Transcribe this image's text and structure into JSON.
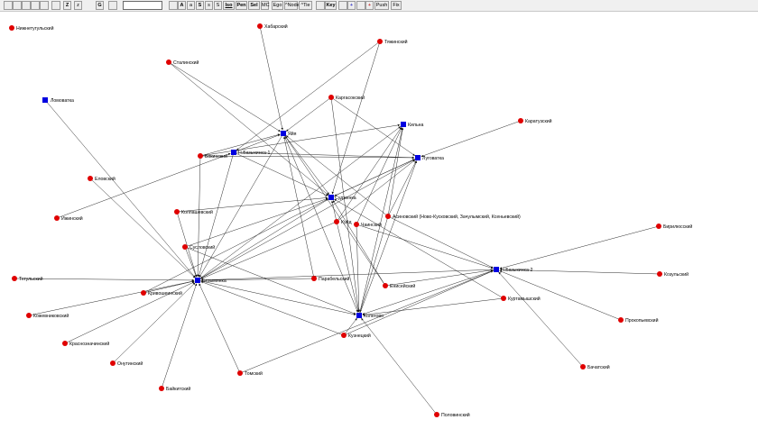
{
  "toolbar": {
    "buttons": [
      {
        "name": "new-icon",
        "label": ""
      },
      {
        "name": "open-icon",
        "label": ""
      },
      {
        "name": "save-icon",
        "label": ""
      },
      {
        "name": "save-as-icon",
        "label": ""
      },
      {
        "name": "table-icon",
        "label": ""
      },
      {
        "name": "graph-icon",
        "label": ""
      },
      {
        "name": "zoom-in-button",
        "label": "Z"
      },
      {
        "name": "zoom-out-button",
        "label": "z"
      },
      {
        "name": "g-button",
        "label": "G"
      },
      {
        "name": "key-icon",
        "label": ""
      },
      {
        "name": "layout-select",
        "label": ""
      },
      {
        "name": "spin-icon",
        "label": ""
      },
      {
        "name": "font-large-button",
        "label": "A"
      },
      {
        "name": "font-small-button",
        "label": "a"
      },
      {
        "name": "size-large-button",
        "label": "S"
      },
      {
        "name": "size-small-button",
        "label": "s"
      },
      {
        "name": "size-arrow-button",
        "label": "S"
      },
      {
        "name": "iso-button",
        "label": "Iso"
      },
      {
        "name": "pen-button",
        "label": "Pen"
      },
      {
        "name": "sel-button",
        "label": "Sel"
      },
      {
        "name": "mc-button",
        "label": "MC"
      },
      {
        "name": "ego-button",
        "label": "Ego"
      },
      {
        "name": "node-button",
        "label": "^Node"
      },
      {
        "name": "tie-button",
        "label": "^Tie"
      },
      {
        "name": "color-grid-icon",
        "label": ""
      },
      {
        "name": "key-color-button",
        "label": "Key"
      },
      {
        "name": "pencil-icon",
        "label": ""
      },
      {
        "name": "plus-blue-button",
        "label": "+"
      },
      {
        "name": "chart-icon",
        "label": ""
      },
      {
        "name": "plus-red-button",
        "label": "+"
      },
      {
        "name": "push-button",
        "label": "Push"
      },
      {
        "name": "fix-button",
        "label": "Fix"
      }
    ]
  },
  "colors": {
    "circle": "#e00000",
    "square": "#0000e0",
    "edge": "#2a2a2a"
  },
  "nodes": [
    {
      "id": "nizhnetyzhensky",
      "label": "Нижнетугульский",
      "shape": "circle"
    },
    {
      "id": "khabarsky",
      "label": "Хабарский",
      "shape": "circle"
    },
    {
      "id": "tyazhinsky",
      "label": "Тяжинский",
      "shape": "circle"
    },
    {
      "id": "stalinsky",
      "label": "Сталинский",
      "shape": "circle"
    },
    {
      "id": "lomovatka",
      "label": "Ломоватка",
      "shape": "square"
    },
    {
      "id": "kargasoksky",
      "label": "Каргасокский",
      "shape": "circle"
    },
    {
      "id": "kilna",
      "label": "Кильна",
      "shape": "square"
    },
    {
      "id": "karatuzsky",
      "label": "Каратузский",
      "shape": "circle"
    },
    {
      "id": "yaya",
      "label": "Яйя",
      "shape": "square"
    },
    {
      "id": "bokinsky",
      "label": "Бокинский",
      "shape": "circle"
    },
    {
      "id": "nbaz1",
      "label": "Н.Базыкинка-1",
      "shape": "square"
    },
    {
      "id": "lugovatka",
      "label": "Луговатка",
      "shape": "square"
    },
    {
      "id": "elovsky",
      "label": "Еловский",
      "shape": "circle"
    },
    {
      "id": "sudzhenka",
      "label": "Судженка",
      "shape": "square"
    },
    {
      "id": "izhinsky",
      "label": "Ижинский",
      "shape": "circle"
    },
    {
      "id": "kolpashevsky",
      "label": "Колпашевский",
      "shape": "circle"
    },
    {
      "id": "kuyda",
      "label": "Куйд",
      "shape": "circle"
    },
    {
      "id": "chainsky",
      "label": "Чаинский",
      "shape": "circle"
    },
    {
      "id": "asinovsky",
      "label": "Асиновский (Ново-Кусковский, Зачулымский, Ксеньевский)",
      "shape": "circle"
    },
    {
      "id": "biryulinsky",
      "label": "Бирилюсский",
      "shape": "circle"
    },
    {
      "id": "suglovsky",
      "label": "Сусловский",
      "shape": "circle"
    },
    {
      "id": "nbaz2",
      "label": "Н.Базыкинка-2",
      "shape": "square"
    },
    {
      "id": "tegulsky",
      "label": "Тегульский",
      "shape": "circle"
    },
    {
      "id": "bezymyanka",
      "label": "Безымянка",
      "shape": "square"
    },
    {
      "id": "parabelsky",
      "label": "Парабельский",
      "shape": "circle"
    },
    {
      "id": "kozulsky",
      "label": "Козульский",
      "shape": "circle"
    },
    {
      "id": "kriveoshchekinsky",
      "label": "Кривошеинский",
      "shape": "circle"
    },
    {
      "id": "yenisei",
      "label": "Енисейский",
      "shape": "circle"
    },
    {
      "id": "kurtamyshsky",
      "label": "Куртамышский",
      "shape": "circle"
    },
    {
      "id": "kozhevinsky",
      "label": "Кожевниковский",
      "shape": "circle"
    },
    {
      "id": "kolegovo",
      "label": "Колегово",
      "shape": "square"
    },
    {
      "id": "prokopevsky",
      "label": "Прокопьевский",
      "shape": "circle"
    },
    {
      "id": "krasnozhenchinsky",
      "label": "Краснозначинский",
      "shape": "circle"
    },
    {
      "id": "kuznetsky",
      "label": "Кузнецкий",
      "shape": "circle"
    },
    {
      "id": "onutinsky",
      "label": "Онутинский",
      "shape": "circle"
    },
    {
      "id": "tomsky",
      "label": "Томский",
      "shape": "circle"
    },
    {
      "id": "bachatsky",
      "label": "Бачатский",
      "shape": "circle"
    },
    {
      "id": "baikitsky",
      "label": "Байкитский",
      "shape": "circle"
    },
    {
      "id": "polovinsky",
      "label": "Половинский",
      "shape": "circle"
    }
  ],
  "edges": [
    [
      "khabarsky",
      "yaya"
    ],
    [
      "stalinsky",
      "yaya"
    ],
    [
      "stalinsky",
      "sudzhenka"
    ],
    [
      "lomovatka",
      "bezymyanka"
    ],
    [
      "kargasoksky",
      "yaya"
    ],
    [
      "kargasoksky",
      "lugovatka"
    ],
    [
      "kargasoksky",
      "kolegovo"
    ],
    [
      "tyazhinsky",
      "nbaz1"
    ],
    [
      "tyazhinsky",
      "sudzhenka"
    ],
    [
      "karatuzsky",
      "lugovatka"
    ],
    [
      "bokinsky",
      "yaya"
    ],
    [
      "bokinsky",
      "kilna"
    ],
    [
      "bokinsky",
      "lugovatka"
    ],
    [
      "bokinsky",
      "bezymyanka"
    ],
    [
      "nbaz1",
      "yaya"
    ],
    [
      "nbaz1",
      "lugovatka"
    ],
    [
      "nbaz1",
      "sudzhenka"
    ],
    [
      "nbaz1",
      "bezymyanka"
    ],
    [
      "elovsky",
      "bezymyanka"
    ],
    [
      "izhinsky",
      "nbaz1"
    ],
    [
      "yaya",
      "sudzhenka"
    ],
    [
      "yaya",
      "kolegovo"
    ],
    [
      "yaya",
      "bezymyanka"
    ],
    [
      "sudzhenka",
      "bezymyanka"
    ],
    [
      "sudzhenka",
      "lugovatka"
    ],
    [
      "kolpashevsky",
      "sudzhenka"
    ],
    [
      "kolpashevsky",
      "bezymyanka"
    ],
    [
      "kuyda",
      "kilna"
    ],
    [
      "kuyda",
      "lugovatka"
    ],
    [
      "kuyda",
      "sudzhenka"
    ],
    [
      "kuyda",
      "kolegovo"
    ],
    [
      "kuyda",
      "bezymyanka"
    ],
    [
      "chainsky",
      "kilna"
    ],
    [
      "chainsky",
      "nbaz2"
    ],
    [
      "chainsky",
      "kolegovo"
    ],
    [
      "asinovsky",
      "kilna"
    ],
    [
      "asinovsky",
      "yaya"
    ],
    [
      "asinovsky",
      "nbaz2"
    ],
    [
      "asinovsky",
      "kolegovo"
    ],
    [
      "asinovsky",
      "lugovatka"
    ],
    [
      "biryulinsky",
      "nbaz2"
    ],
    [
      "suglovsky",
      "bezymyanka"
    ],
    [
      "suglovsky",
      "sudzhenka"
    ],
    [
      "suglovsky",
      "kolegovo"
    ],
    [
      "tegulsky",
      "bezymyanka"
    ],
    [
      "nbaz2",
      "bezymyanka"
    ],
    [
      "nbaz2",
      "kolegovo"
    ],
    [
      "parabelsky",
      "yaya"
    ],
    [
      "parabelsky",
      "bezymyanka"
    ],
    [
      "kozulsky",
      "nbaz2"
    ],
    [
      "kriveoshchekinsky",
      "bezymyanka"
    ],
    [
      "kriveoshchekinsky",
      "sudzhenka"
    ],
    [
      "yenisei",
      "yaya"
    ],
    [
      "yenisei",
      "sudzhenka"
    ],
    [
      "yenisei",
      "nbaz2"
    ],
    [
      "kurtamyshsky",
      "kolegovo"
    ],
    [
      "kurtamyshsky",
      "sudzhenka"
    ],
    [
      "kozhevinsky",
      "bezymyanka"
    ],
    [
      "prokopevsky",
      "nbaz2"
    ],
    [
      "krasnozhenchinsky",
      "bezymyanka"
    ],
    [
      "kuznetsky",
      "kolegovo"
    ],
    [
      "kuznetsky",
      "nbaz2"
    ],
    [
      "kuznetsky",
      "bezymyanka"
    ],
    [
      "onutinsky",
      "bezymyanka"
    ],
    [
      "tomsky",
      "bezymyanka"
    ],
    [
      "tomsky",
      "nbaz2"
    ],
    [
      "bachatsky",
      "nbaz2"
    ],
    [
      "baikitsky",
      "bezymyanka"
    ],
    [
      "polovinsky",
      "kolegovo"
    ],
    [
      "kolegovo",
      "kilna"
    ],
    [
      "kolegovo",
      "lugovatka"
    ],
    [
      "bezymyanka",
      "kilna"
    ],
    [
      "bezymyanka",
      "lugovatka"
    ],
    [
      "bezymyanka",
      "kolegovo"
    ],
    [
      "lugovatka",
      "sudzhenka"
    ]
  ]
}
